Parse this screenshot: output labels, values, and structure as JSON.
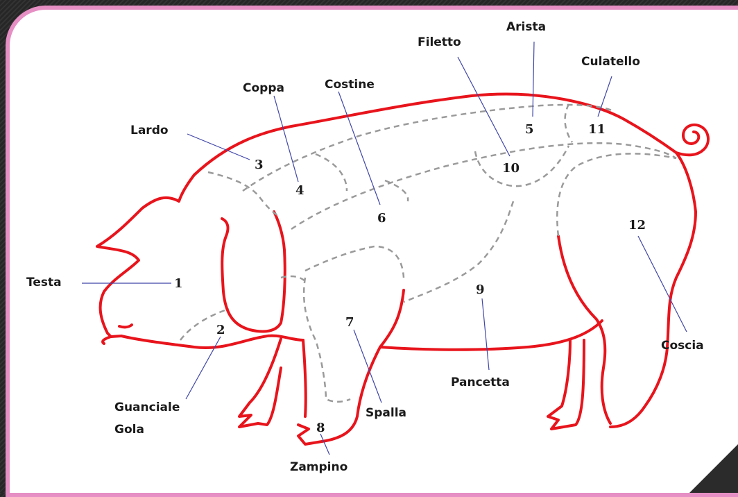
{
  "diagram": {
    "labels": {
      "testa": "Testa",
      "guanciale": "Guanciale",
      "gola": "Gola",
      "lardo": "Lardo",
      "coppa": "Coppa",
      "costine": "Costine",
      "filetto": "Filetto",
      "arista": "Arista",
      "culatello": "Culatello",
      "coscia": "Coscia",
      "pancetta": "Pancetta",
      "spalla": "Spalla",
      "zampino": "Zampino"
    },
    "numbers": {
      "n1": "1",
      "n2": "2",
      "n3": "3",
      "n4": "4",
      "n5": "5",
      "n6": "6",
      "n7": "7",
      "n8": "8",
      "n9": "9",
      "n10": "10",
      "n11": "11",
      "n12": "12"
    },
    "colors": {
      "outline": "#e8141c",
      "cuts": "#9a9a9a",
      "leader": "#3f45a8",
      "frame": "#e68fc4"
    }
  }
}
